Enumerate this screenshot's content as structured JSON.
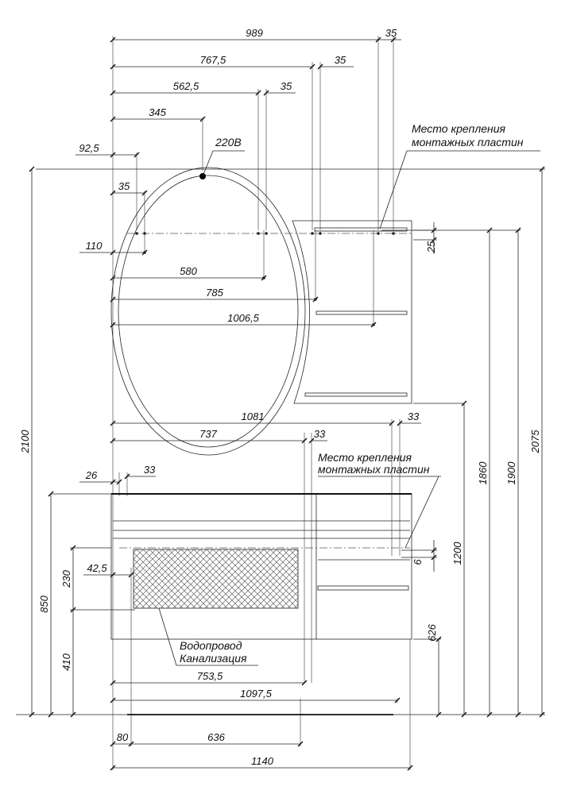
{
  "top_dims": {
    "d989": "989",
    "d35a": "35",
    "d767": "767,5",
    "d35b": "35",
    "d562": "562,5",
    "d35c": "35",
    "d345": "345",
    "d92": "92,5",
    "d35d": "35",
    "d110": "110",
    "d580": "580",
    "d785": "785",
    "d1006": "1006,5",
    "d25": "25"
  },
  "mid_dims": {
    "d1081": "1081",
    "d33a": "33",
    "d737": "737",
    "d33b": "33",
    "d26": "26",
    "d33c": "33",
    "d42": "42,5",
    "d6": "6"
  },
  "bottom_dims": {
    "d753": "753,5",
    "d1097": "1097,5",
    "d80": "80",
    "d636": "636",
    "d1140": "1140"
  },
  "vertical_dims": {
    "d2100": "2100",
    "d850": "850",
    "d230": "230",
    "d410": "410",
    "d626": "626",
    "d1200": "1200",
    "d1860": "1860",
    "d1900": "1900",
    "d2075": "2075"
  },
  "labels": {
    "power": "220В",
    "mount_top_1": "Место крепления",
    "mount_top_2": "монтажных пластин",
    "mount_mid_1": "Место крепления",
    "mount_mid_2": "монтажных пластин",
    "plumbing_1": "Водопровод",
    "plumbing_2": "Канализация"
  }
}
